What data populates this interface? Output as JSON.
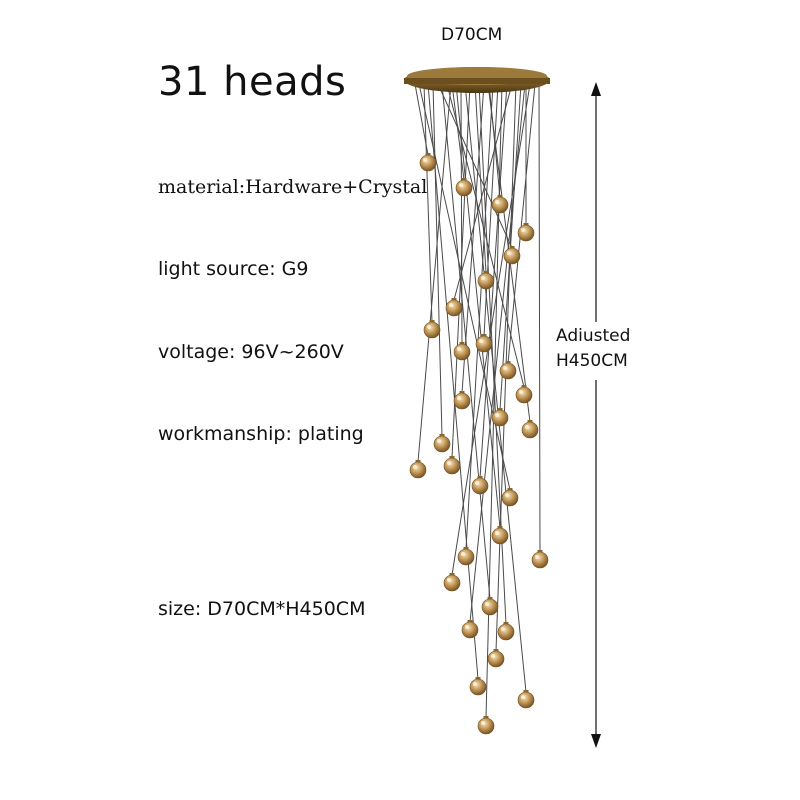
{
  "heads": "31 heads",
  "canopy_label": "D70CM",
  "height_label": {
    "line1": "Adiusted",
    "line2": "H450CM"
  },
  "specs": {
    "material": "material:Hardware+Crystal",
    "light_source": "light source: G9",
    "voltage": "voltage: 96V~260V",
    "workmanship": "workmanship: plating",
    "size": "size: D70CM*H450CM"
  },
  "colors": {
    "brass": "#8a6a2e",
    "amber_crystal": "#c9a060",
    "wire": "#4a4a4a",
    "text": "#111111"
  }
}
